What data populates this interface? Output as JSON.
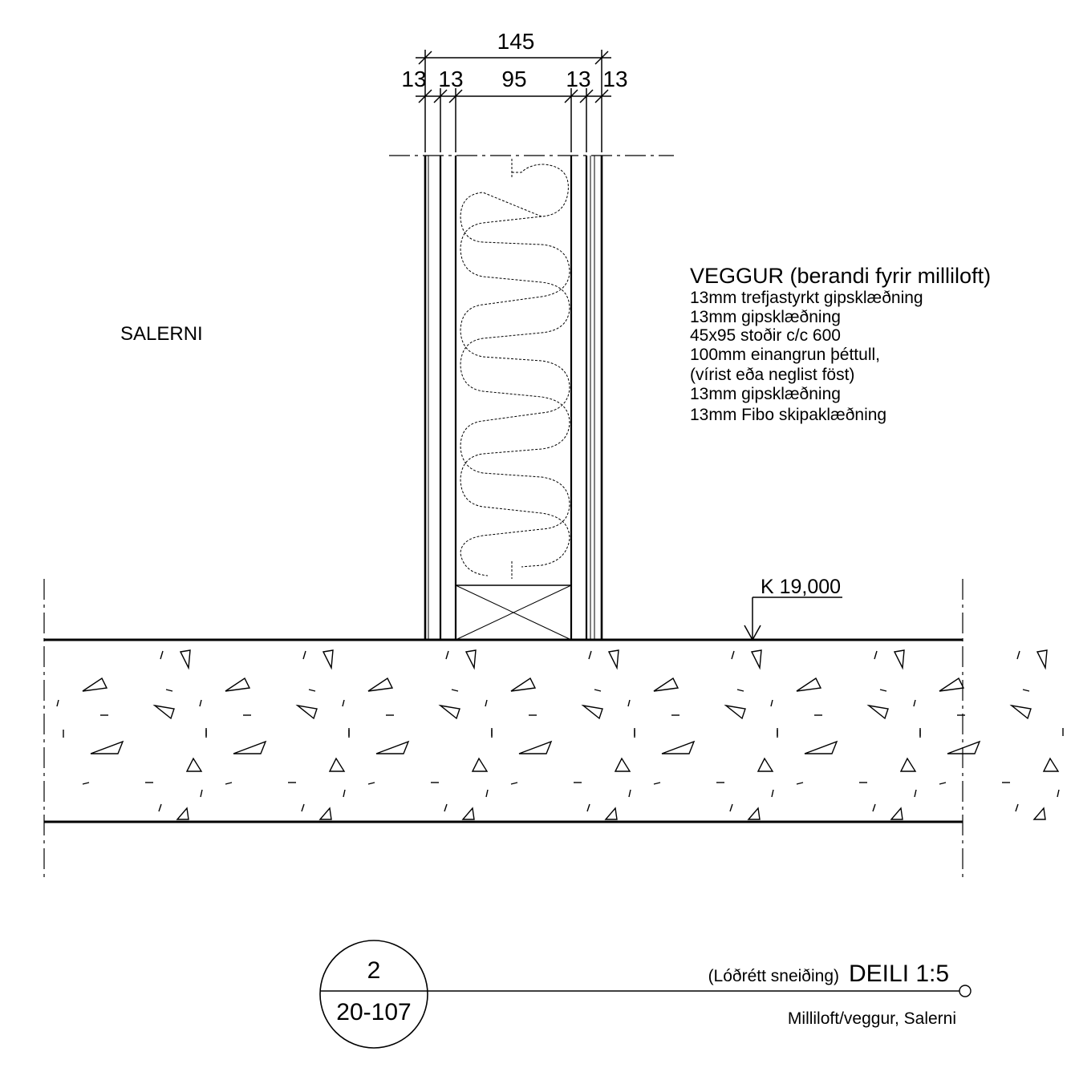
{
  "dimensions": {
    "overall": "145",
    "segments": [
      "13",
      "13",
      "95",
      "13",
      "13"
    ]
  },
  "room_label": "SALERNI",
  "wall_note": {
    "title": "VEGGUR (berandi fyrir milliloft)",
    "lines": [
      "13mm trefjastyrkt gipsklæðning",
      "13mm gipsklæðning",
      "45x95 stoðir c/c 600",
      "100mm einangrun þéttull,",
      "(vírist eða neglist föst)",
      "13mm gipsklæðning",
      "13mm Fibo skipaklæðning"
    ]
  },
  "level_marker": "K 19,000",
  "detail_bubble": {
    "number": "2",
    "sheet": "20-107"
  },
  "caption": {
    "prefix": "(Lóðrétt sneiðing)",
    "title": "DEILI 1:5",
    "subtitle": "Milliloft/veggur, Salerni"
  }
}
